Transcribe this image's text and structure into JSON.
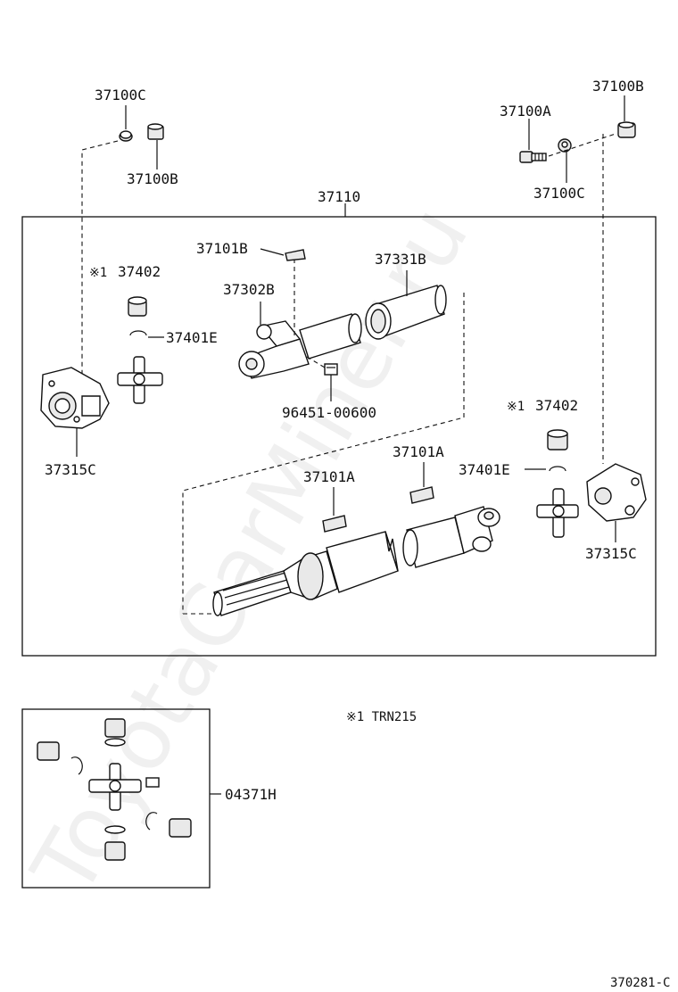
{
  "labels": {
    "p37100C_top_left": "37100C",
    "p37100B_left": "37100B",
    "p37100A": "37100A",
    "p37100B_top_right": "37100B",
    "p37100C_right": "37100C",
    "p37110": "37110",
    "p37101B": "37101B",
    "p37331B": "37331B",
    "p37402_left_mark": "※1",
    "p37402_left": "37402",
    "p37302B": "37302B",
    "p37401E_left": "37401E",
    "p96451": "96451-00600",
    "p37315C_left": "37315C",
    "p37402_right_mark": "※1",
    "p37402_right": "37402",
    "p37101A_right": "37101A",
    "p37401E_right": "37401E",
    "p37101A_left": "37101A",
    "p37315C_right": "37315C",
    "note": "※1 TRN215",
    "p04371H": "04371H",
    "figure_code": "370281-C"
  },
  "watermark": "ToyotaCarMiner.ru"
}
